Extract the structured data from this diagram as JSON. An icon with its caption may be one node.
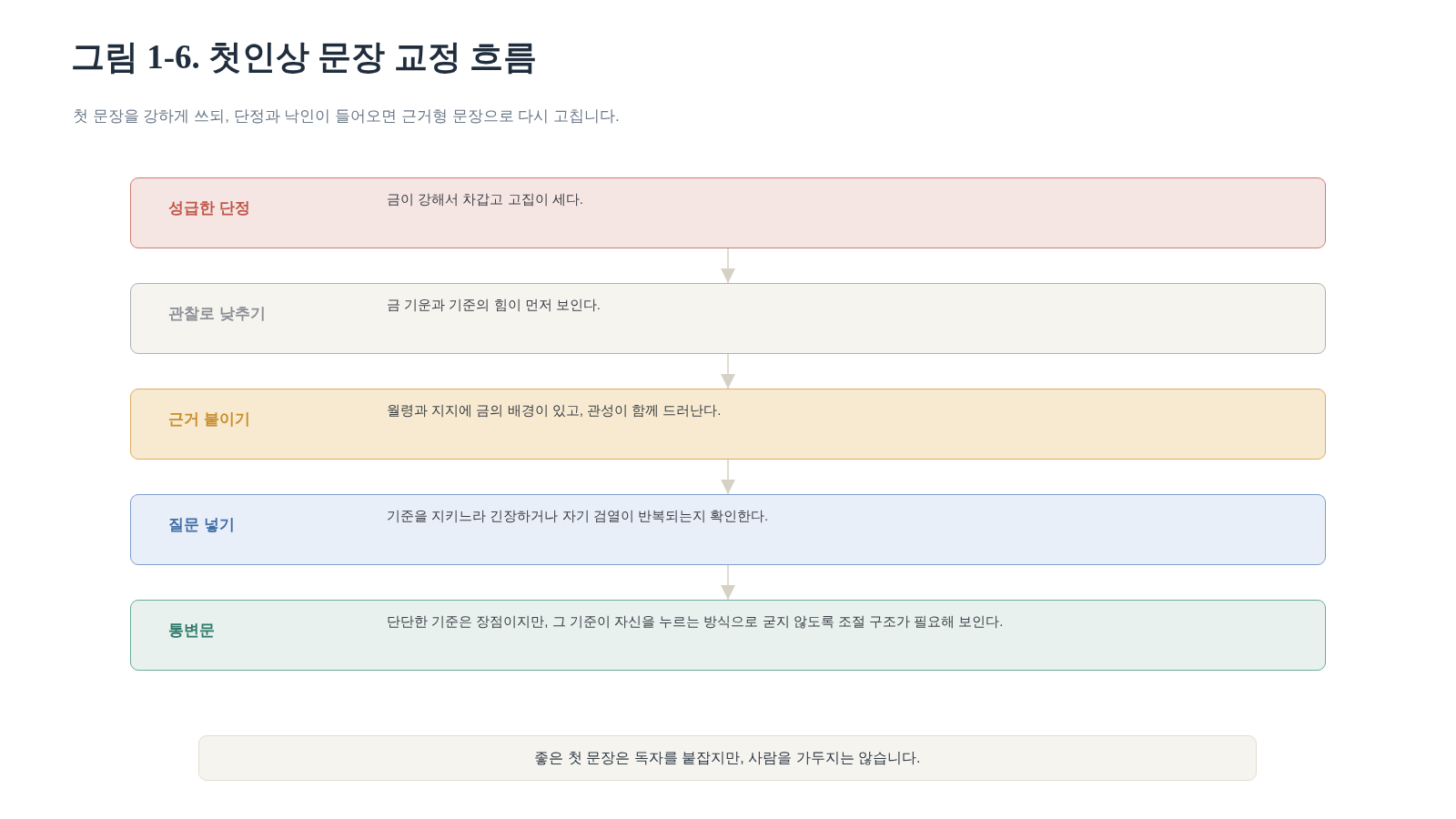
{
  "diagram": {
    "title": "그림 1-6. 첫인상 문장 교정 흐름",
    "caption": "첫 문장을 강하게 쓰되, 단정과 낙인이 들어오면 근거형 문장으로 다시 고칩니다.",
    "nodes": [
      {
        "text": [
          "성급한 단정",
          "금이 강해서 차갑고 고집이 세다."
        ]
      },
      {
        "text": [
          "관찰로 낮추기",
          "금 기운과 기준의 힘이 먼저 보인다."
        ]
      },
      {
        "text": [
          "근거 붙이기",
          "월령과 지지에 금의 배경이 있고, 관성이 함께 드러난다."
        ]
      },
      {
        "text": [
          "질문 넣기",
          "기준을 지키느라 긴장하거나 자기 검열이 반복되는지 확인한다."
        ]
      },
      {
        "text": [
          "통변문",
          "단단한 기준은 장점이지만, 그 기준이 자신을 누르는 방식으로 굳지 않도록 조절 구조가 필요해 보인다."
        ]
      },
      {
        "text": [
          "좋은 첫 문장은 독자를 붙잡지만, 사람을 가두지는 않습니다."
        ]
      }
    ],
    "edges": [
      {
        "from": 0,
        "to": 1,
        "arrow": "to"
      },
      {
        "from": 1,
        "to": 2,
        "arrow": "to"
      },
      {
        "from": 2,
        "to": 3,
        "arrow": "to"
      },
      {
        "from": 3,
        "to": 4,
        "arrow": "to"
      }
    ]
  }
}
